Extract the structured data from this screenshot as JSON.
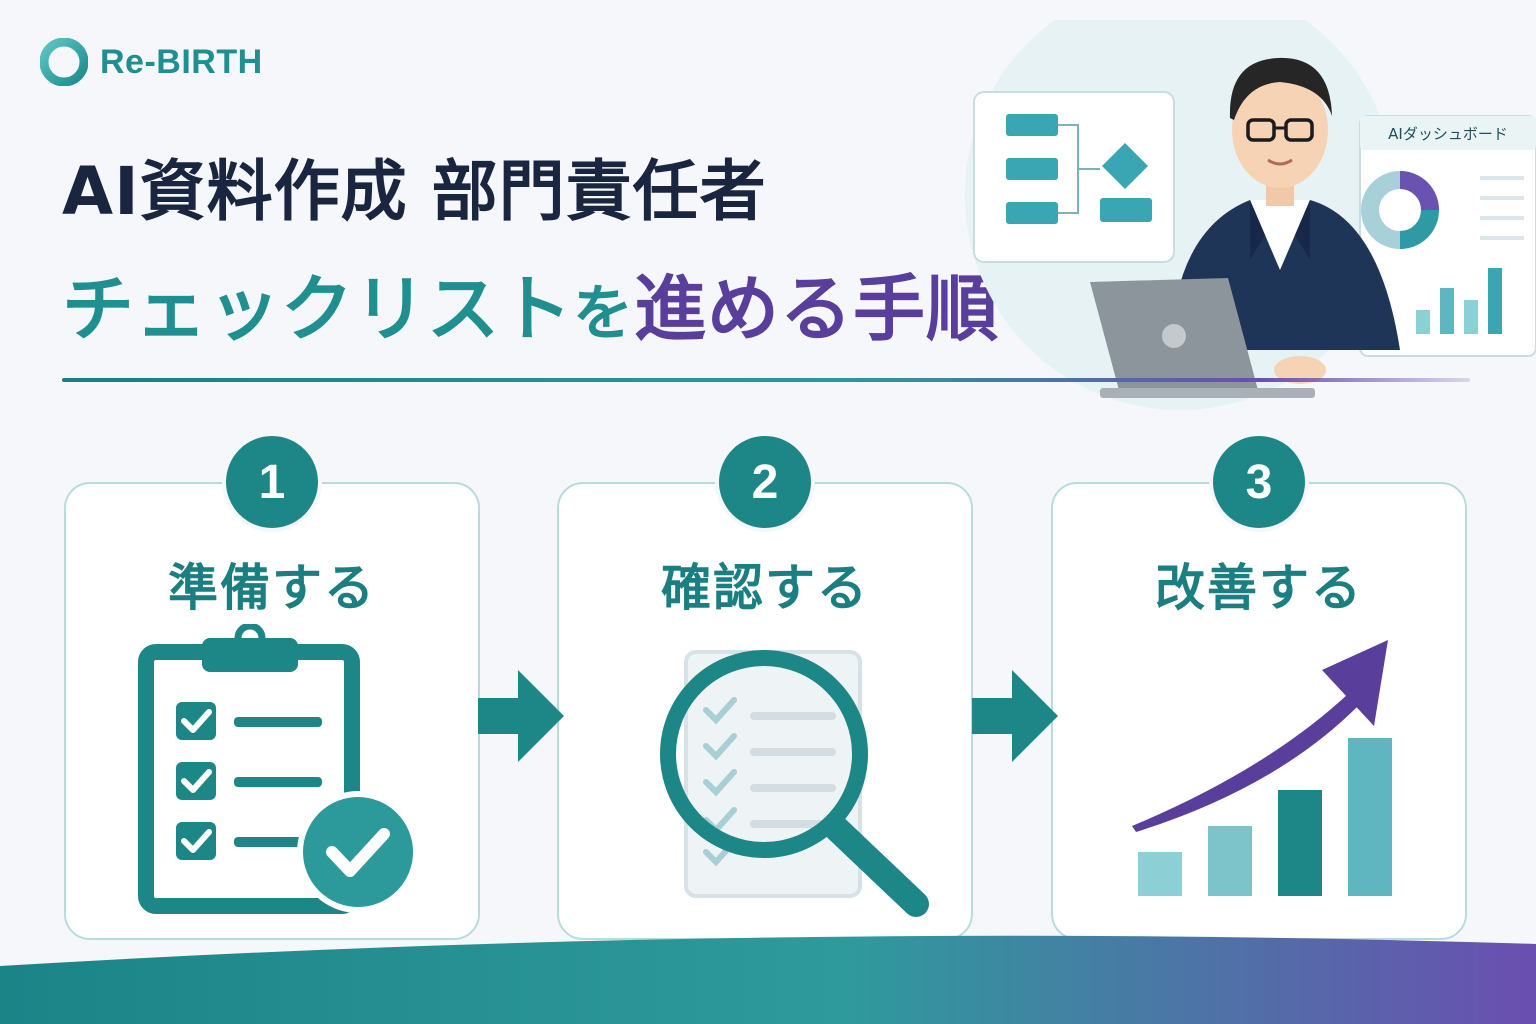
{
  "brand": {
    "name": "Re-BIRTH"
  },
  "title": {
    "line1": "AI資料作成 部門責任者",
    "line2_teal": "チェックリスト",
    "line2_connector": "を",
    "line2_purple": "進める手順"
  },
  "hero": {
    "dashboard_label": "AIダッシュボード"
  },
  "steps": [
    {
      "number": "1",
      "label": "準備する"
    },
    {
      "number": "2",
      "label": "確認する"
    },
    {
      "number": "3",
      "label": "改善する"
    }
  ],
  "colors": {
    "teal": "#1d8787",
    "navy": "#1a2540",
    "purple": "#5a3e9c",
    "light_teal": "#b8dcdc"
  },
  "icons": [
    "clipboard-checklist-icon",
    "magnifier-checklist-icon",
    "growth-chart-icon",
    "arrow-right-icon"
  ]
}
